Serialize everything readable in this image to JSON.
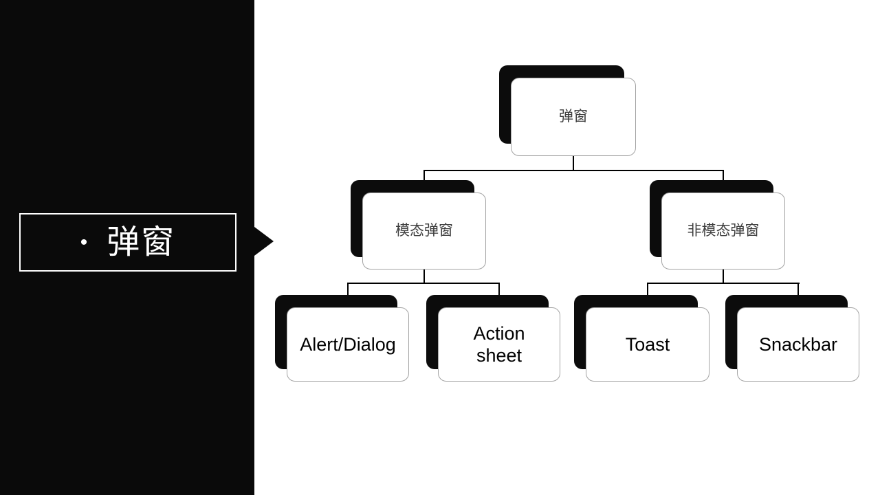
{
  "sidebar": {
    "bullet": "•",
    "title": "弹窗"
  },
  "diagram": {
    "root": {
      "label": "弹窗"
    },
    "branches": [
      {
        "label": "模态弹窗",
        "children": [
          {
            "label": "Alert/Dialog"
          },
          {
            "label": "Action\nsheet"
          }
        ]
      },
      {
        "label": "非模态弹窗",
        "children": [
          {
            "label": "Toast"
          },
          {
            "label": "Snackbar"
          }
        ]
      }
    ]
  },
  "colors": {
    "panel_background": "#0a0a0a",
    "slide_background": "#ffffff",
    "node_border": "#a3a3a3",
    "node_shadow": "#0c0c0c",
    "connector": "#000000",
    "title_text": "#ffffff",
    "node_text_zh": "#3f3f3f",
    "node_text_en": "#000000"
  }
}
